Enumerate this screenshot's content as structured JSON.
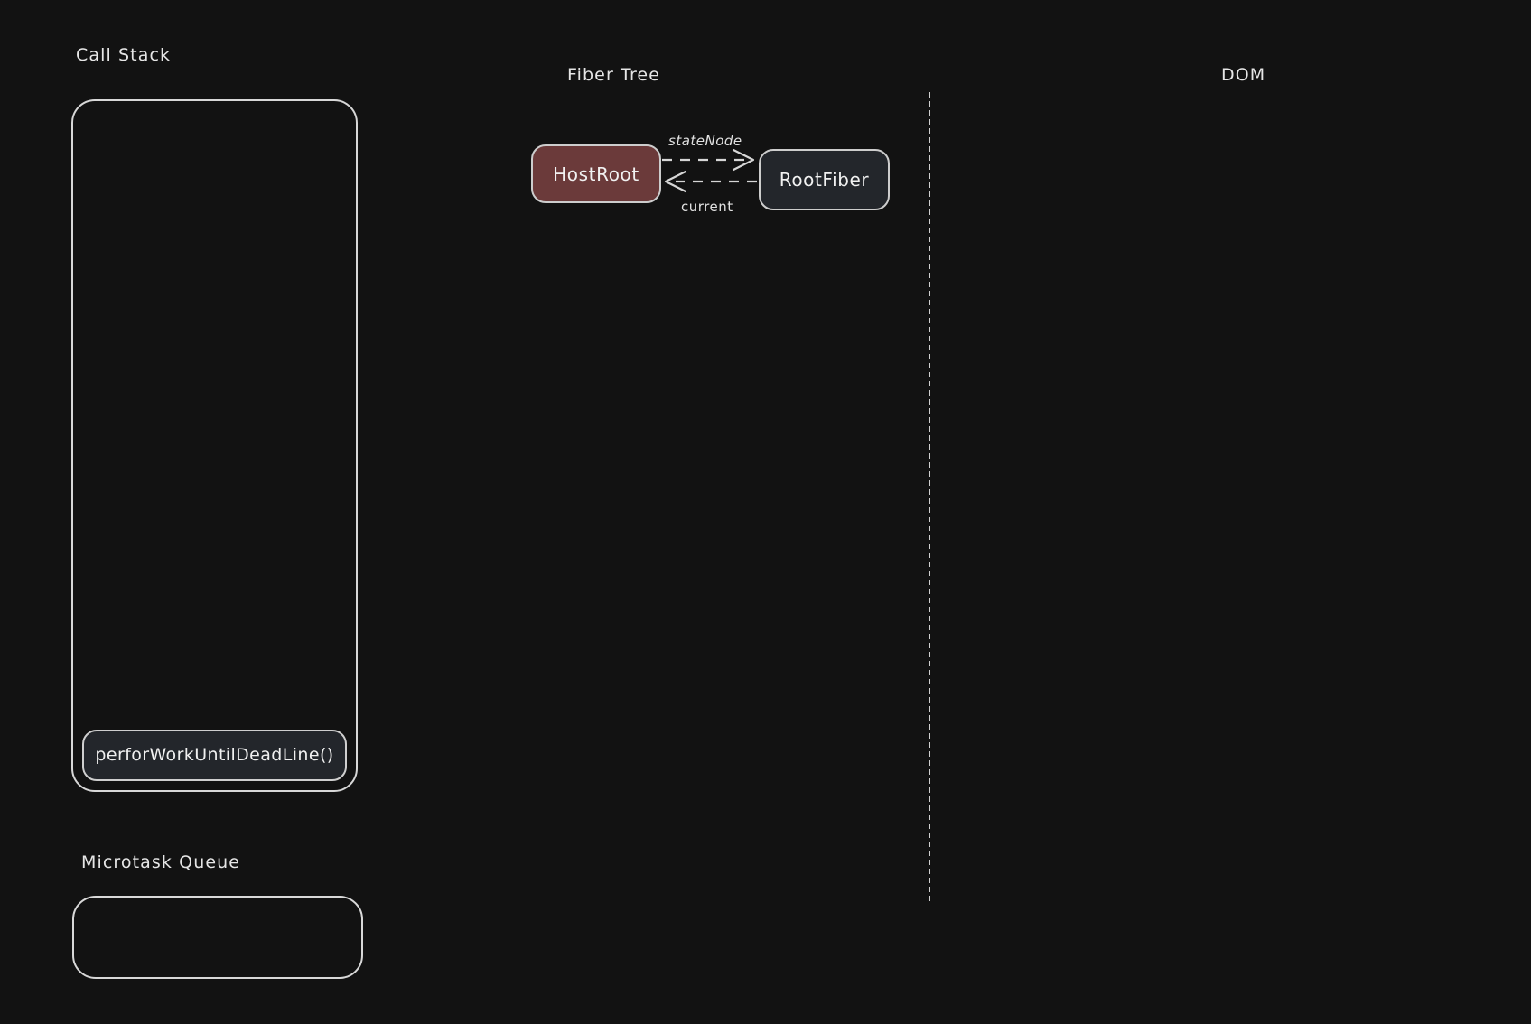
{
  "canvas": {
    "background": "#121212",
    "stroke_color": "#d8d8d8",
    "text_color": "#e8e8e8"
  },
  "sections": {
    "call_stack": {
      "label": "Call Stack",
      "frames": [
        {
          "label": "perforWorkUntilDeadLine()"
        }
      ]
    },
    "microtask_queue": {
      "label": "Microtask Queue",
      "items": []
    },
    "fiber_tree": {
      "label": "Fiber Tree",
      "nodes": [
        {
          "id": "hostroot",
          "label": "HostRoot",
          "fill": "#6b3a3a"
        },
        {
          "id": "rootfiber",
          "label": "RootFiber",
          "fill": "#23262b"
        }
      ],
      "edges": [
        {
          "id": "statenode",
          "label": "stateNode",
          "from": "hostroot",
          "to": "rootfiber",
          "style": "dashed"
        },
        {
          "id": "current",
          "label": "current",
          "from": "rootfiber",
          "to": "hostroot",
          "style": "dashed"
        }
      ]
    },
    "dom": {
      "label": "DOM",
      "items": []
    }
  }
}
